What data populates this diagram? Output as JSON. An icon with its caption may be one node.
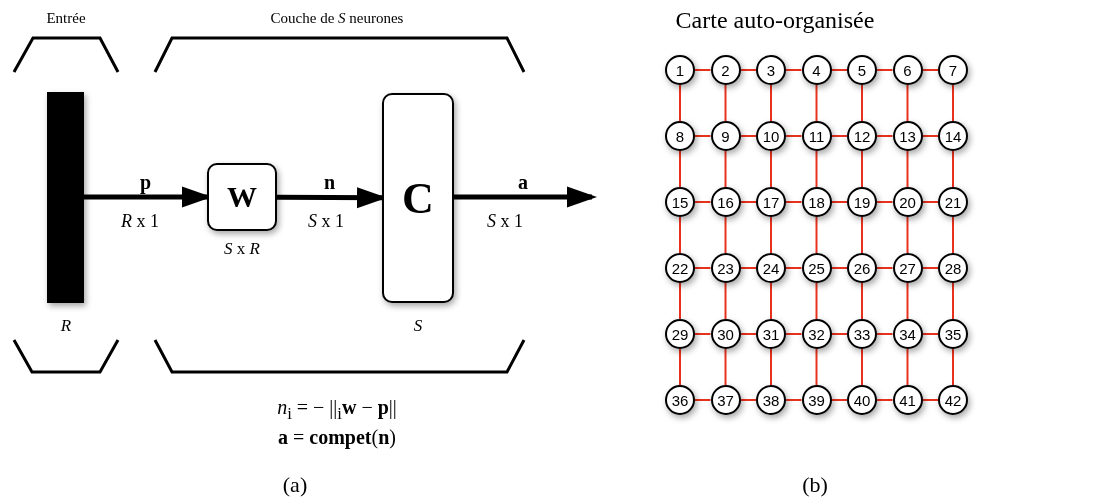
{
  "diagram": {
    "nodes": [
      {
        "text": [],
        "shape": "bar",
        "beside": [
          "*R*"
        ]
      },
      {
        "text": [
          "W"
        ],
        "beside": [
          "*S* x *R*"
        ]
      },
      {
        "text": [
          "C"
        ],
        "beside": [
          "*S*"
        ]
      },
      {
        "text": [
          "1"
        ]
      },
      {
        "text": [
          "2"
        ]
      },
      {
        "text": [
          "3"
        ]
      },
      {
        "text": [
          "4"
        ]
      },
      {
        "text": [
          "5"
        ]
      },
      {
        "text": [
          "6"
        ]
      },
      {
        "text": [
          "7"
        ]
      },
      {
        "text": [
          "8"
        ]
      },
      {
        "text": [
          "9"
        ]
      },
      {
        "text": [
          "10"
        ]
      },
      {
        "text": [
          "11"
        ]
      },
      {
        "text": [
          "12"
        ]
      },
      {
        "text": [
          "13"
        ]
      },
      {
        "text": [
          "14"
        ]
      },
      {
        "text": [
          "15"
        ]
      },
      {
        "text": [
          "16"
        ]
      },
      {
        "text": [
          "17"
        ]
      },
      {
        "text": [
          "18"
        ]
      },
      {
        "text": [
          "19"
        ]
      },
      {
        "text": [
          "20"
        ]
      },
      {
        "text": [
          "21"
        ]
      },
      {
        "text": [
          "22"
        ]
      },
      {
        "text": [
          "23"
        ]
      },
      {
        "text": [
          "24"
        ]
      },
      {
        "text": [
          "25"
        ]
      },
      {
        "text": [
          "26"
        ]
      },
      {
        "text": [
          "27"
        ]
      },
      {
        "text": [
          "28"
        ]
      },
      {
        "text": [
          "29"
        ]
      },
      {
        "text": [
          "30"
        ]
      },
      {
        "text": [
          "31"
        ]
      },
      {
        "text": [
          "32"
        ]
      },
      {
        "text": [
          "33"
        ]
      },
      {
        "text": [
          "34"
        ]
      },
      {
        "text": [
          "35"
        ]
      },
      {
        "text": [
          "36"
        ]
      },
      {
        "text": [
          "37"
        ]
      },
      {
        "text": [
          "38"
        ]
      },
      {
        "text": [
          "39"
        ]
      },
      {
        "text": [
          "40"
        ]
      },
      {
        "text": [
          "41"
        ]
      },
      {
        "text": [
          "42"
        ]
      }
    ],
    "edges": [
      {
        "from": 0,
        "to": 1,
        "arrow": "to",
        "label": "p",
        "style": "thick",
        "color": "#000000"
      },
      {
        "from": 1,
        "to": 2,
        "arrow": "to",
        "label": "n",
        "style": "thick",
        "color": "#000000"
      },
      {
        "from": 2,
        "to": null,
        "arrow": "to",
        "label": "a",
        "style": "thick",
        "color": "#000000"
      },
      {
        "from": 3,
        "to": 4,
        "arrow": "none"
      },
      {
        "from": 4,
        "to": 5,
        "arrow": "none"
      },
      {
        "from": 5,
        "to": 6,
        "arrow": "none"
      },
      {
        "from": 6,
        "to": 7,
        "arrow": "none"
      },
      {
        "from": 7,
        "to": 8,
        "arrow": "none"
      },
      {
        "from": 8,
        "to": 9,
        "arrow": "none"
      },
      {
        "from": 3,
        "to": 10,
        "arrow": "none"
      },
      {
        "from": 4,
        "to": 11,
        "arrow": "none"
      },
      {
        "from": 5,
        "to": 12,
        "arrow": "none"
      },
      {
        "from": 6,
        "to": 13,
        "arrow": "none"
      },
      {
        "from": 7,
        "to": 14,
        "arrow": "none"
      },
      {
        "from": 8,
        "to": 15,
        "arrow": "none"
      },
      {
        "from": 9,
        "to": 16,
        "arrow": "none"
      },
      {
        "from": 10,
        "to": 11,
        "arrow": "none"
      },
      {
        "from": 11,
        "to": 12,
        "arrow": "none"
      },
      {
        "from": 12,
        "to": 13,
        "arrow": "none"
      },
      {
        "from": 13,
        "to": 14,
        "arrow": "none"
      },
      {
        "from": 14,
        "to": 15,
        "arrow": "none"
      },
      {
        "from": 15,
        "to": 16,
        "arrow": "none"
      },
      {
        "from": 10,
        "to": 17,
        "arrow": "none"
      },
      {
        "from": 11,
        "to": 18,
        "arrow": "none"
      },
      {
        "from": 12,
        "to": 19,
        "arrow": "none"
      },
      {
        "from": 13,
        "to": 20,
        "arrow": "none"
      },
      {
        "from": 14,
        "to": 21,
        "arrow": "none"
      },
      {
        "from": 15,
        "to": 22,
        "arrow": "none"
      },
      {
        "from": 16,
        "to": 23,
        "arrow": "none"
      },
      {
        "from": 17,
        "to": 18,
        "arrow": "none"
      },
      {
        "from": 18,
        "to": 19,
        "arrow": "none"
      },
      {
        "from": 19,
        "to": 20,
        "arrow": "none"
      },
      {
        "from": 20,
        "to": 21,
        "arrow": "none"
      },
      {
        "from": 21,
        "to": 22,
        "arrow": "none"
      },
      {
        "from": 22,
        "to": 23,
        "arrow": "none"
      },
      {
        "from": 17,
        "to": 24,
        "arrow": "none"
      },
      {
        "from": 18,
        "to": 25,
        "arrow": "none"
      },
      {
        "from": 19,
        "to": 26,
        "arrow": "none"
      },
      {
        "from": 20,
        "to": 27,
        "arrow": "none"
      },
      {
        "from": 21,
        "to": 28,
        "arrow": "none"
      },
      {
        "from": 22,
        "to": 29,
        "arrow": "none"
      },
      {
        "from": 23,
        "to": 30,
        "arrow": "none"
      },
      {
        "from": 24,
        "to": 25,
        "arrow": "none"
      },
      {
        "from": 25,
        "to": 26,
        "arrow": "none"
      },
      {
        "from": 26,
        "to": 27,
        "arrow": "none"
      },
      {
        "from": 27,
        "to": 28,
        "arrow": "none"
      },
      {
        "from": 28,
        "to": 29,
        "arrow": "none"
      },
      {
        "from": 29,
        "to": 30,
        "arrow": "none"
      },
      {
        "from": 24,
        "to": 31,
        "arrow": "none"
      },
      {
        "from": 25,
        "to": 32,
        "arrow": "none"
      },
      {
        "from": 26,
        "to": 33,
        "arrow": "none"
      },
      {
        "from": 27,
        "to": 34,
        "arrow": "none"
      },
      {
        "from": 28,
        "to": 35,
        "arrow": "none"
      },
      {
        "from": 29,
        "to": 36,
        "arrow": "none"
      },
      {
        "from": 30,
        "to": 37,
        "arrow": "none"
      },
      {
        "from": 31,
        "to": 32,
        "arrow": "none"
      },
      {
        "from": 32,
        "to": 33,
        "arrow": "none"
      },
      {
        "from": 33,
        "to": 34,
        "arrow": "none"
      },
      {
        "from": 34,
        "to": 35,
        "arrow": "none"
      },
      {
        "from": 35,
        "to": 36,
        "arrow": "none"
      },
      {
        "from": 36,
        "to": 37,
        "arrow": "none"
      },
      {
        "from": 31,
        "to": 38,
        "arrow": "none"
      },
      {
        "from": 32,
        "to": 39,
        "arrow": "none"
      },
      {
        "from": 33,
        "to": 40,
        "arrow": "none"
      },
      {
        "from": 34,
        "to": 41,
        "arrow": "none"
      },
      {
        "from": 35,
        "to": 42,
        "arrow": "none"
      },
      {
        "from": 36,
        "to": 43,
        "arrow": "none"
      },
      {
        "from": 37,
        "to": 44,
        "arrow": "none"
      },
      {
        "from": 38,
        "to": 39,
        "arrow": "none"
      },
      {
        "from": 39,
        "to": 40,
        "arrow": "none"
      },
      {
        "from": 40,
        "to": 41,
        "arrow": "none"
      },
      {
        "from": 41,
        "to": 42,
        "arrow": "none"
      },
      {
        "from": 42,
        "to": 43,
        "arrow": "none"
      },
      {
        "from": 43,
        "to": 44,
        "arrow": "none"
      }
    ],
    "labels": [
      "Entrée",
      "Couche de *S* neurones",
      "*R* x 1",
      "*S* x 1",
      "*S* x 1",
      "*n*$_{i}$ = − ||$_{i}$**w** − **p**||",
      "**a** = **compet**(**n**)",
      "(a)",
      "Carte auto-organisée",
      "(b)"
    ]
  }
}
